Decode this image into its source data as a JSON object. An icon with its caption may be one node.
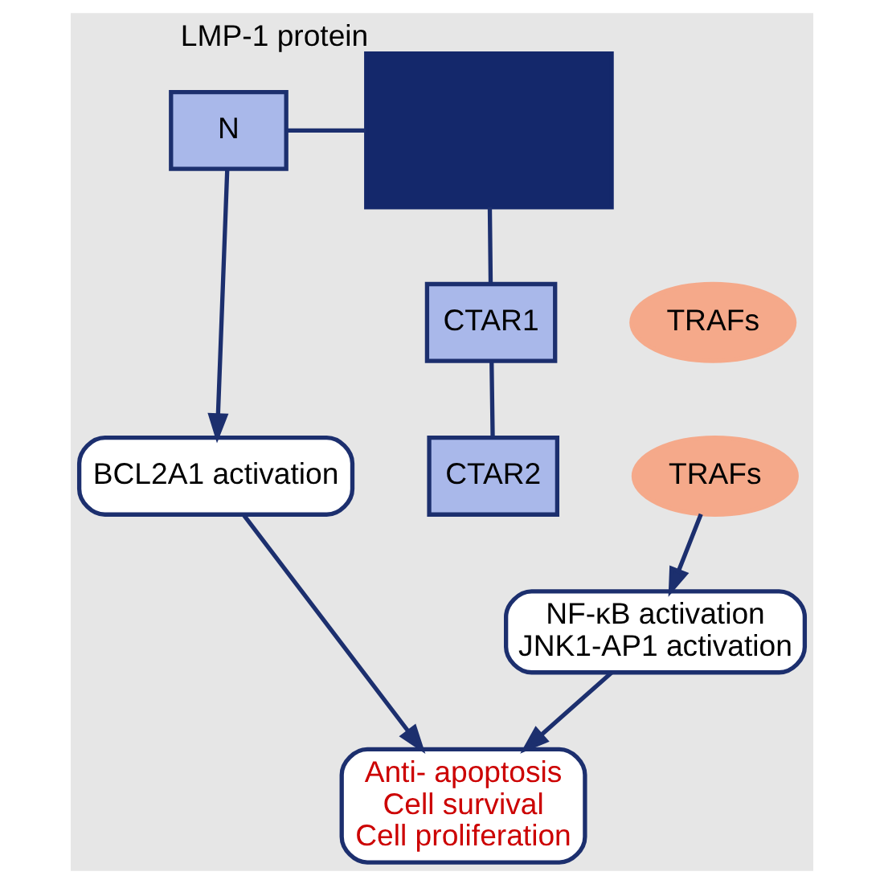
{
  "diagram": {
    "nodes": [
      {
        "text": [],
        "shape": "box",
        "beside": [
          "LMP-1 protein"
        ]
      },
      {
        "text": [
          "N"
        ]
      },
      {
        "text": [
          "BCL2A1 activation"
        ]
      },
      {
        "text": [
          "Anti- apoptosis",
          "Cell survival",
          "Cell proliferation"
        ]
      },
      {
        "text": [
          "CTAR1"
        ]
      },
      {
        "text": [
          "TRAFs"
        ]
      },
      {
        "text": [
          "CTAR2"
        ]
      },
      {
        "text": [
          "TRAFs"
        ]
      },
      {
        "text": [
          "NF-κB activation",
          "JNK1-AP1 activation"
        ]
      }
    ],
    "edges": [
      {
        "from": 1,
        "to": 0,
        "arrow": "none"
      },
      {
        "from": 0,
        "to": 4,
        "arrow": "none"
      },
      {
        "from": 4,
        "to": 6,
        "arrow": "none"
      },
      {
        "from": 1,
        "to": 2,
        "arrow": "to"
      },
      {
        "from": 2,
        "to": 3,
        "arrow": "to"
      },
      {
        "from": 8,
        "to": 3,
        "arrow": "to"
      },
      {
        "from": 7,
        "to": 8,
        "arrow": "to"
      }
    ]
  }
}
